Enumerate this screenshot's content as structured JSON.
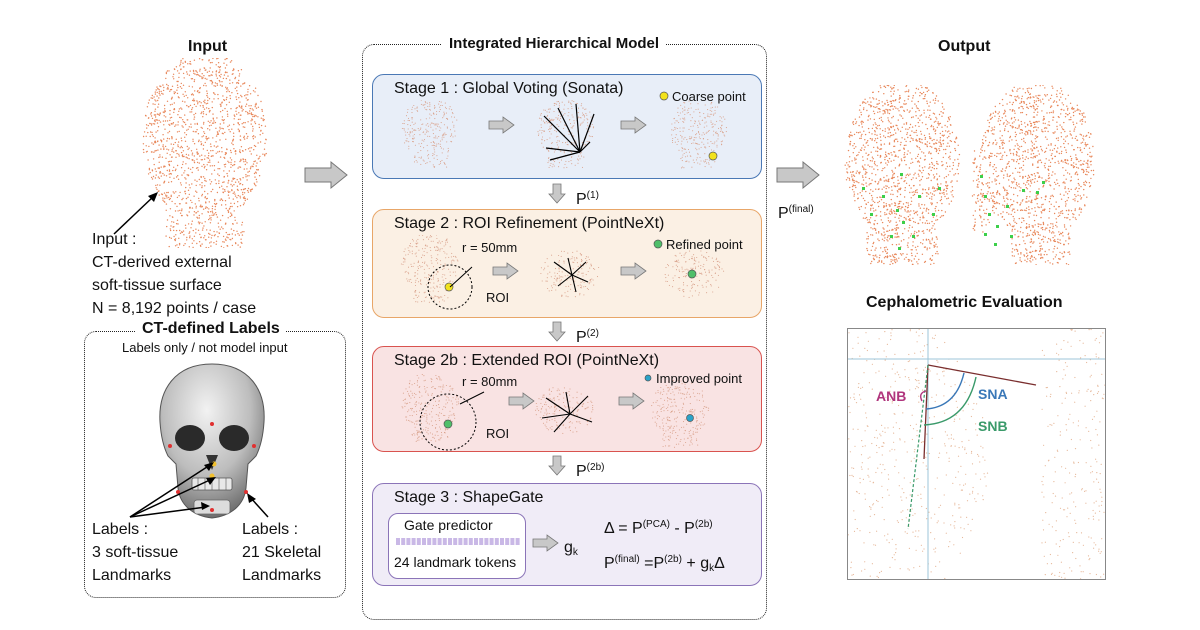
{
  "input": {
    "heading": "Input",
    "desc_lines": [
      "Input :",
      "CT-derived external",
      "soft-tissue surface",
      "N = 8,192 points / case"
    ]
  },
  "labels_box": {
    "title": "CT-defined Labels",
    "subtitle": "Labels only / not model input",
    "soft_label": [
      "Labels :",
      "3 soft-tissue",
      "Landmarks"
    ],
    "skeletal_label": [
      "Labels :",
      "21 Skeletal",
      "Landmarks"
    ]
  },
  "model": {
    "title": "Integrated Hierarchical Model",
    "stage1": {
      "title": "Stage 1 : Global Voting (Sonata)",
      "legend": "Coarse point",
      "colors": {
        "fill": "#e8eef8",
        "border": "#4a78b5"
      }
    },
    "p1": {
      "base": "P",
      "sup": "(1)"
    },
    "stage2": {
      "title": "Stage 2 : ROI Refinement (PointNeXt)",
      "radius": "r = 50mm",
      "roi": "ROI",
      "legend": "Refined  point",
      "colors": {
        "fill": "#fbf0e4",
        "border": "#e8a668"
      }
    },
    "p2": {
      "base": "P",
      "sup": "(2)"
    },
    "stage2b": {
      "title": "Stage 2b : Extended ROI (PointNeXt)",
      "radius": "r = 80mm",
      "roi": "ROI",
      "legend": "Improved  point",
      "colors": {
        "fill": "#f9e3e3",
        "border": "#d9534f"
      }
    },
    "p2b": {
      "base": "P",
      "sup": "(2b)"
    },
    "stage3": {
      "title": "Stage 3 : ShapeGate",
      "gate_title": "Gate predictor",
      "tokens": "24 landmark tokens",
      "gk": "g",
      "gk_sub": "k",
      "eq1": {
        "lhs": "Δ = P",
        "sup1": "(PCA)",
        "mid": " - P",
        "sup2": "(2b)"
      },
      "eq2": {
        "a": "P",
        "sup1": "(final)",
        "b": " =P",
        "sup2": "(2b)",
        "c": " + g",
        "sub": "k",
        "d": "Δ"
      },
      "colors": {
        "fill": "#f0ecf7",
        "border": "#8b74b8"
      }
    }
  },
  "output": {
    "heading": "Output",
    "pfinal": {
      "base": "P",
      "sup": "(final)"
    }
  },
  "ceph": {
    "heading": "Cephalometric Evaluation",
    "anb": "ANB",
    "sna": "SNA",
    "snb": "SNB",
    "colors": {
      "anb": "#b0357d",
      "sna": "#3a78b8",
      "snb": "#3a9a6a"
    }
  },
  "colors": {
    "cloud": "#e8875a",
    "coarse": "#f2e21c",
    "refined": "#4fbf6a",
    "improved": "#2aa3c9",
    "landmark": "#3ccf4a"
  }
}
